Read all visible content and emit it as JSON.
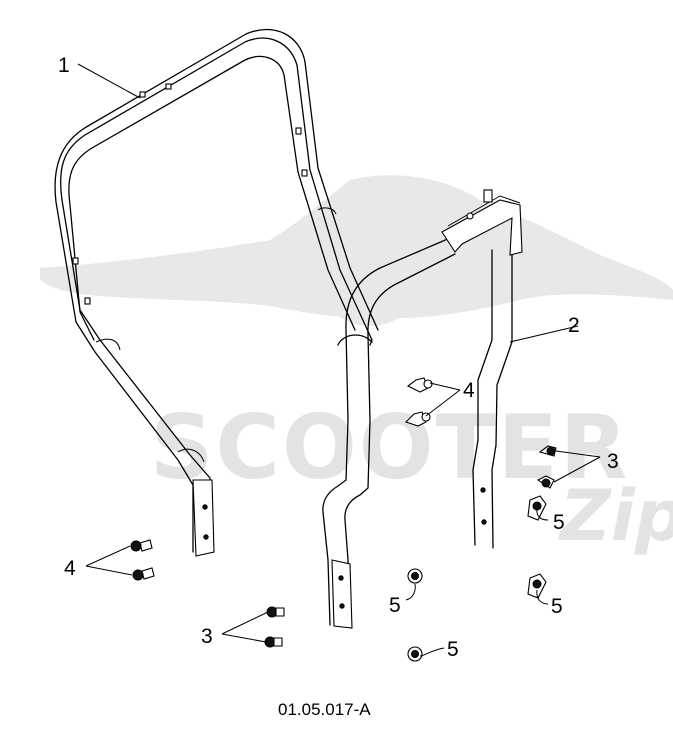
{
  "watermark": {
    "brand": "SCOOTER",
    "sub": "Zip",
    "color": "#e3e3e3"
  },
  "callouts": {
    "frame_left": "1",
    "frame_right": "2",
    "bolt_3_upper": "3",
    "bolt_3_lower": "3",
    "bolt_4_upper": "4",
    "bolt_4_lower": "4",
    "nut_5_a": "5",
    "nut_5_b": "5",
    "nut_5_c": "5",
    "nut_5_d": "5"
  },
  "drawing_number": "01.05.017-A"
}
